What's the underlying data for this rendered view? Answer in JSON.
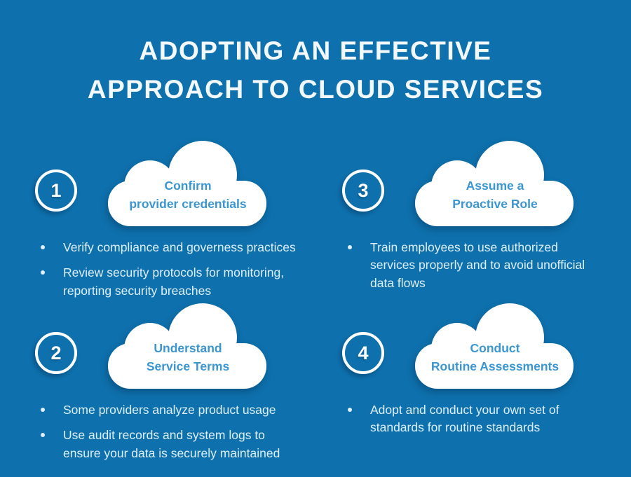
{
  "title": "ADOPTING AN EFFECTIVE\nAPPROACH TO CLOUD SERVICES",
  "steps": [
    {
      "number": "1",
      "cloud_label": "Confirm\nprovider credentials",
      "bullets": [
        "Verify compliance and governess practices",
        "Review security protocols for monitoring,\nreporting security breaches"
      ]
    },
    {
      "number": "2",
      "cloud_label": "Understand\nService Terms",
      "bullets": [
        "Some providers analyze product usage",
        "Use audit records and system logs to\nensure your data is securely maintained"
      ]
    },
    {
      "number": "3",
      "cloud_label": "Assume a\nProactive Role",
      "bullets": [
        "Train employees to use authorized\nservices properly and to avoid unofficial\ndata flows"
      ]
    },
    {
      "number": "4",
      "cloud_label": "Conduct\nRoutine Assessments",
      "bullets": [
        "Adopt and conduct your own set of\nstandards for routine standards"
      ]
    }
  ],
  "colors": {
    "background": "#0e70ac",
    "title_text": "#f2f8fc",
    "cloud_label": "#3b96cf",
    "bullet_text": "#ddeffb",
    "cloud_fill": "#ffffff"
  }
}
